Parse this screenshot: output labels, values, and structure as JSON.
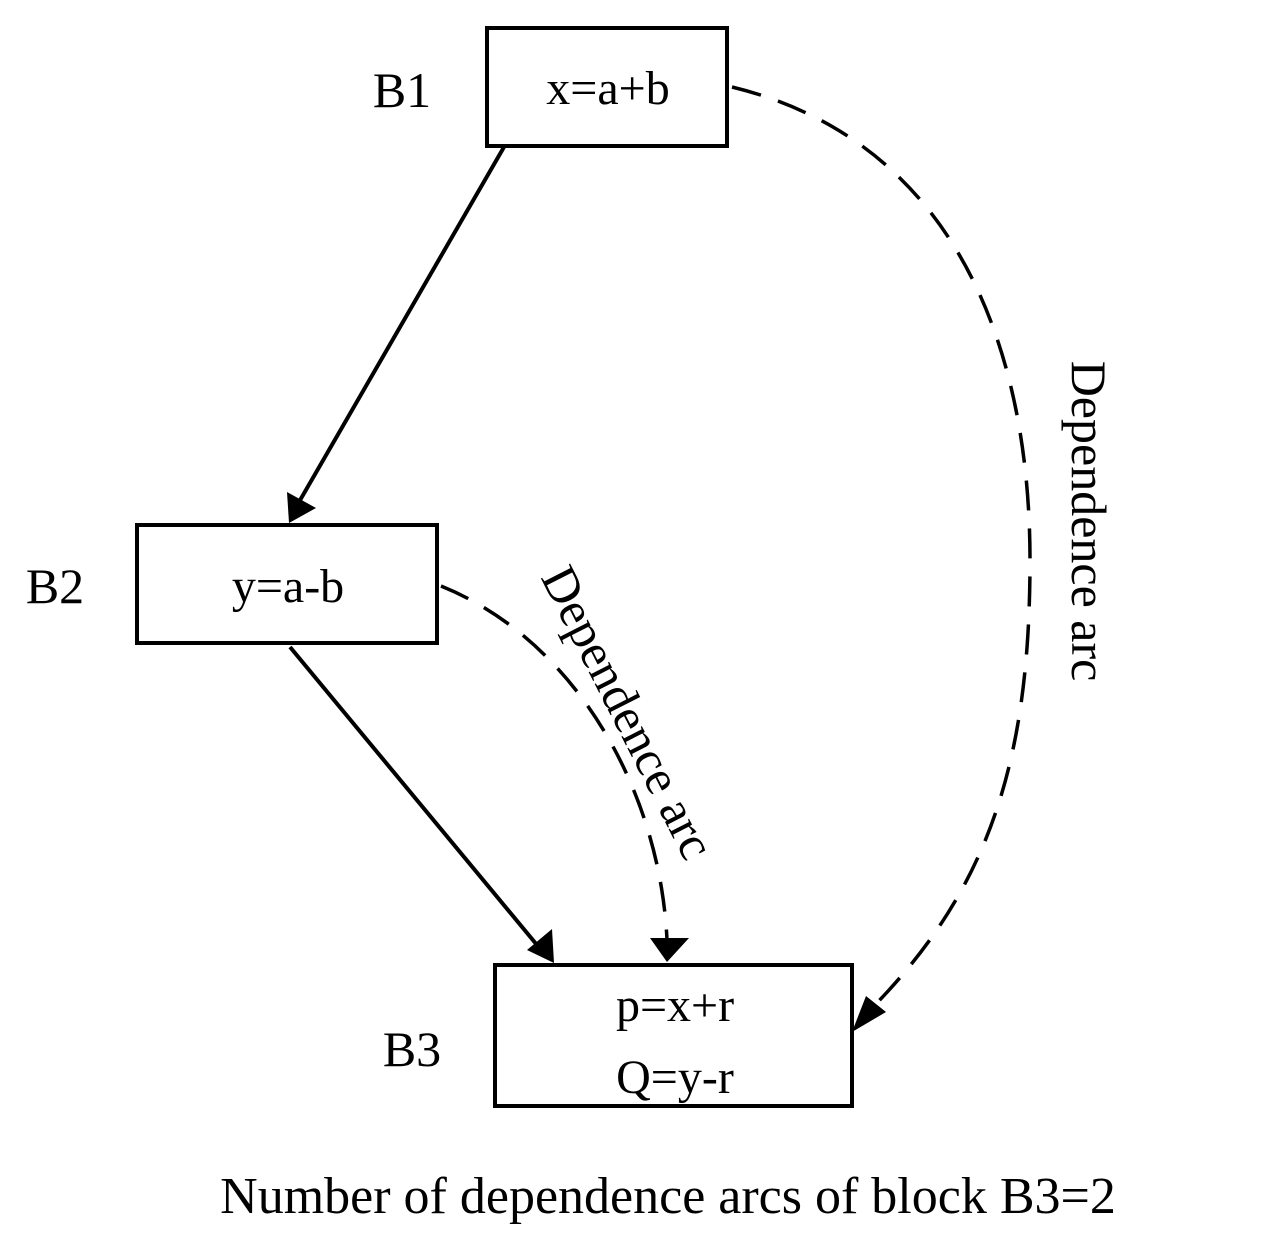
{
  "blocks": [
    {
      "id": "B1",
      "label": "B1",
      "statements": [
        "x=a+b"
      ]
    },
    {
      "id": "B2",
      "label": "B2",
      "statements": [
        "y=a-b"
      ]
    },
    {
      "id": "B3",
      "label": "B3",
      "statements": [
        "p=x+r",
        "Q=y-r"
      ]
    }
  ],
  "edges": {
    "control_flow": [
      {
        "from": "B1",
        "to": "B2"
      },
      {
        "from": "B2",
        "to": "B3"
      }
    ],
    "dependence": [
      {
        "from": "B2",
        "to": "B3",
        "label": "Dependence arc"
      },
      {
        "from": "B1",
        "to": "B3",
        "label": "Dependence arc"
      }
    ]
  },
  "caption": "Number of dependence arcs of block B3=2",
  "colors": {
    "stroke": "#000000",
    "background": "#ffffff"
  }
}
